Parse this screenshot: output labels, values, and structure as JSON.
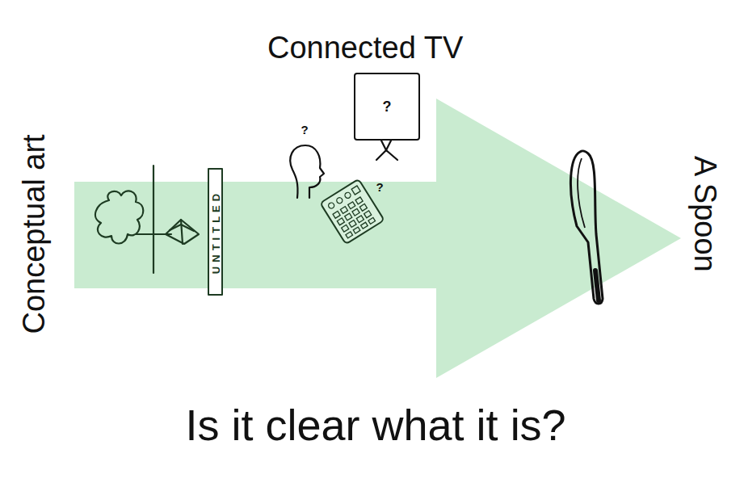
{
  "diagram": {
    "caption": "Is it clear what it is?",
    "nodes": [
      {
        "text": [
          "UNTITLED"
        ]
      },
      {
        "text": [
          "?"
        ]
      }
    ],
    "labels": [
      "Conceptual art",
      "?",
      "?",
      "Connected TV",
      "A Spoon"
    ]
  }
}
